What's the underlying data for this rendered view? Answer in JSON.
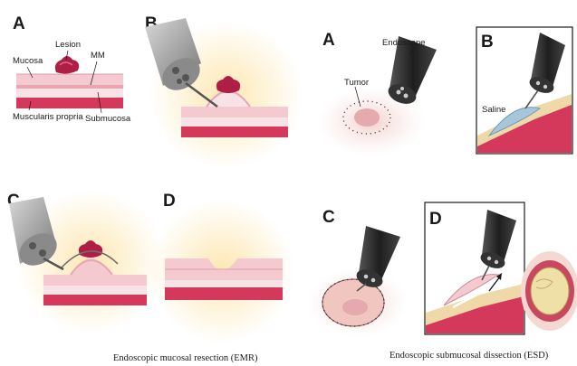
{
  "emr": {
    "caption": "Endoscopic mucosal resection (EMR)",
    "panels": [
      "A",
      "B",
      "C",
      "D"
    ],
    "labels": {
      "lesion": "Lesion",
      "mucosa": "Mucosa",
      "mm": "MM",
      "muscularis": "Muscularis propria",
      "submucosa": "Submucosa"
    }
  },
  "esd": {
    "caption": "Endoscopic submucosal dissection (ESD)",
    "panels": [
      "A",
      "B",
      "C",
      "D"
    ],
    "labels": {
      "endoscope": "Endoscope",
      "tumor": "Tumor",
      "saline": "Saline"
    }
  },
  "colors": {
    "mucosa": "#f4c9cf",
    "submucosa": "#f7e3e6",
    "muscle": "#d4385a",
    "lesion": "#b01e45",
    "glow": "#fde9b8",
    "scope_grey": "#9a9a9a",
    "scope_black": "#2a2a2a"
  }
}
